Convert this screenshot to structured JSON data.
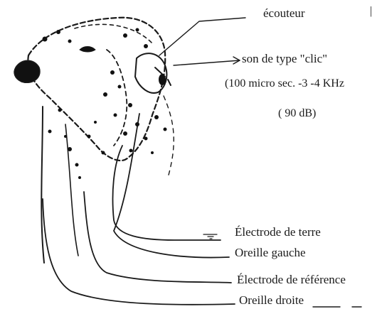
{
  "labels": {
    "ecouteur": "écouteur",
    "son_clic": "son de type \"clic\"",
    "stimulus_spec": "(100 micro sec. -3 -4 KHz",
    "intensity": "( 90 dB)",
    "ground_electrode": "Électrode de terre",
    "left_ear": "Oreille gauche",
    "reference_electrode": "Électrode de référence",
    "right_ear": "Oreille droite"
  }
}
